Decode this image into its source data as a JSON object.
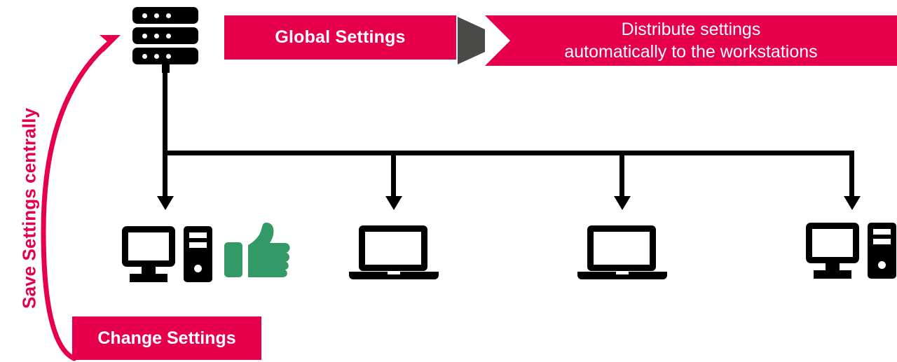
{
  "diagram": {
    "title": "Global Settings distribution to workstations",
    "colors": {
      "accent_red": "#E6004C",
      "triangle_gray": "#4A4A48",
      "thumb_green": "#339966",
      "line_black": "#000000",
      "background": "#FFFFFF"
    },
    "side_label": {
      "text": "Save Settings centrally",
      "orientation": "vertical-rotated-90-ccw"
    },
    "banners": [
      {
        "id": "global-settings",
        "text": "Global Settings",
        "style": "bold",
        "color": "#E6004C"
      },
      {
        "id": "distribute-settings",
        "line1": "Distribute settings",
        "line2": "automatically to the workstations",
        "style": "regular",
        "color": "#E6004C"
      }
    ],
    "change_settings_box": {
      "text": "Change Settings",
      "style": "bold",
      "color": "#E6004C"
    },
    "server": {
      "icon": "server-rack-icon",
      "units": 3,
      "dots_per_unit": 3
    },
    "flow_arrow": {
      "icon": "play-triangle-icon",
      "color": "#4A4A48",
      "direction": "right"
    },
    "feedback": {
      "icon": "thumbs-up-icon",
      "color": "#339966"
    },
    "workstations": [
      {
        "id": "workstation-1",
        "icon": "desktop-computer-icon",
        "label": ""
      },
      {
        "id": "workstation-2",
        "icon": "laptop-icon",
        "label": ""
      },
      {
        "id": "workstation-3",
        "icon": "laptop-icon",
        "label": ""
      },
      {
        "id": "workstation-4",
        "icon": "desktop-computer-icon",
        "label": ""
      }
    ],
    "connections": {
      "bus_line": "horizontal distribution bus from server to four workstations",
      "arrow_count": 4,
      "return_arrow": "curved red arrow from Change Settings back up to server"
    }
  }
}
